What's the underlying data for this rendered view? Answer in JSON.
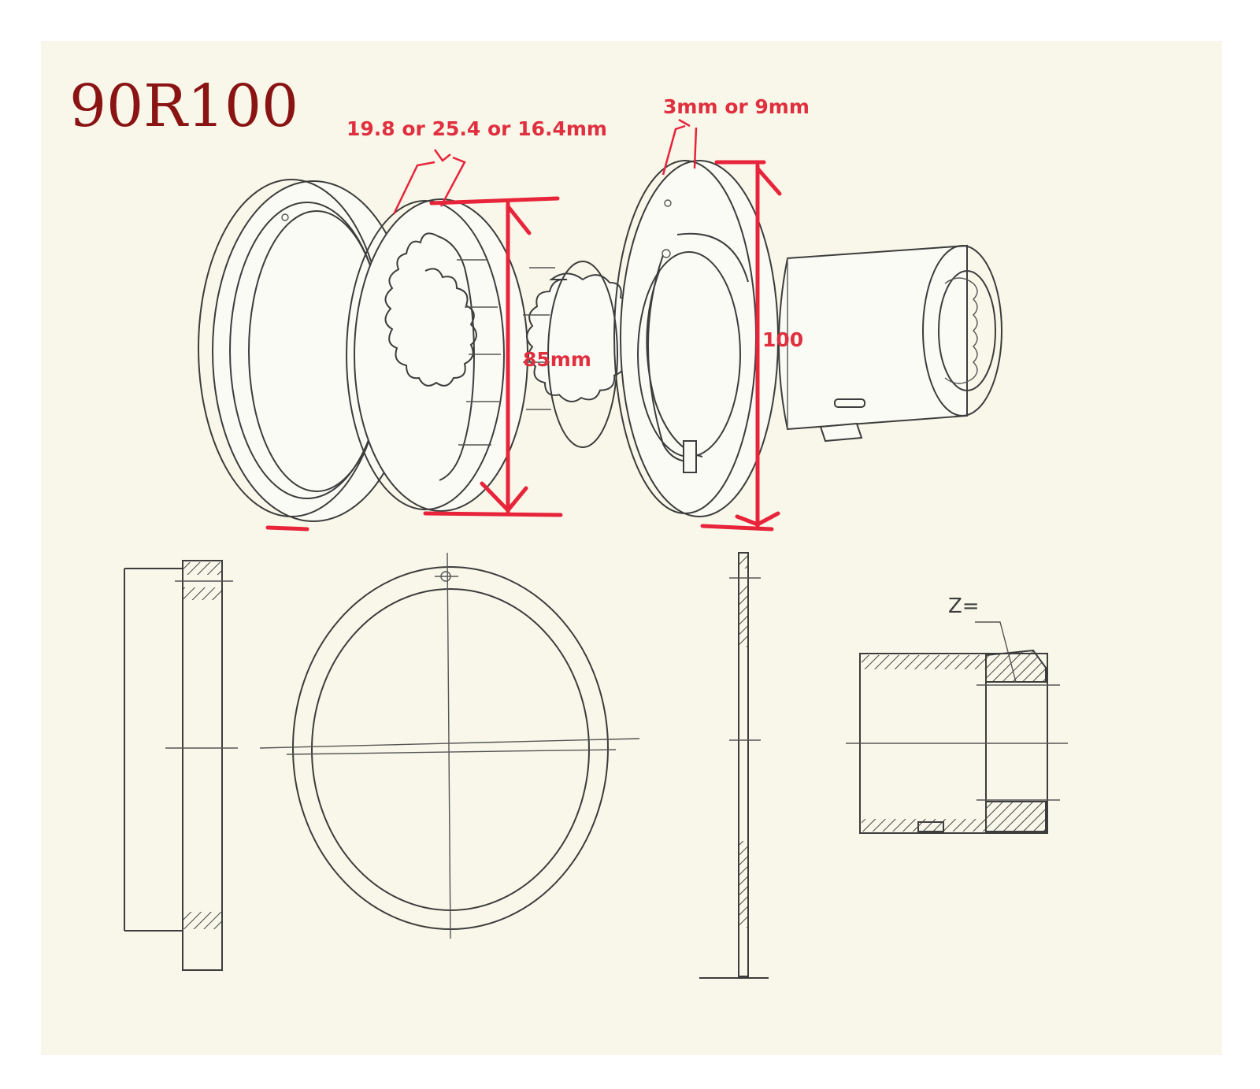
{
  "diagram": {
    "title": "90R100",
    "dimensions": {
      "ring_width": "19.8 or 25.4 or 16.4mm",
      "plate_thickness": "3mm or 9mm",
      "gear_diameter": "85mm",
      "plate_diameter": "100",
      "teeth_label": "Z="
    },
    "colors": {
      "title": "#8a1414",
      "annotation": "#e8243a",
      "line": "#3d3d3d",
      "paper": "#f8f7e9"
    }
  }
}
